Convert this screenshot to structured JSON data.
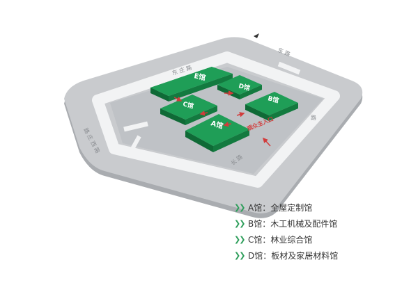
{
  "map": {
    "halls": [
      {
        "id": "E",
        "label": "E馆"
      },
      {
        "id": "D",
        "label": "D馆"
      },
      {
        "id": "C",
        "label": "C馆"
      },
      {
        "id": "B",
        "label": "B馆"
      },
      {
        "id": "A",
        "label": "A馆"
      }
    ],
    "entrance_label": "观众主入口",
    "roads": {
      "top": "东 庄 路",
      "top_right": "东 路",
      "left": "路 庄 西 路",
      "right": "路",
      "bottom": "长 路"
    }
  },
  "legend": {
    "items": [
      {
        "hall": "A馆",
        "desc": "全屋定制馆"
      },
      {
        "hall": "B馆",
        "desc": "木工机械及配件馆"
      },
      {
        "hall": "C馆",
        "desc": "林业综合馆"
      },
      {
        "hall": "D馆",
        "desc": "板材及家居材料馆"
      }
    ]
  },
  "colors": {
    "hall_top": "#1f9e57",
    "hall_side": "#137a3f",
    "site_outer": "#c9cbce",
    "site_ring": "#f2f3f4",
    "site_inner": "#bfc2c6",
    "arrow": "#d23b3b",
    "accent": "#2e9e5b"
  }
}
